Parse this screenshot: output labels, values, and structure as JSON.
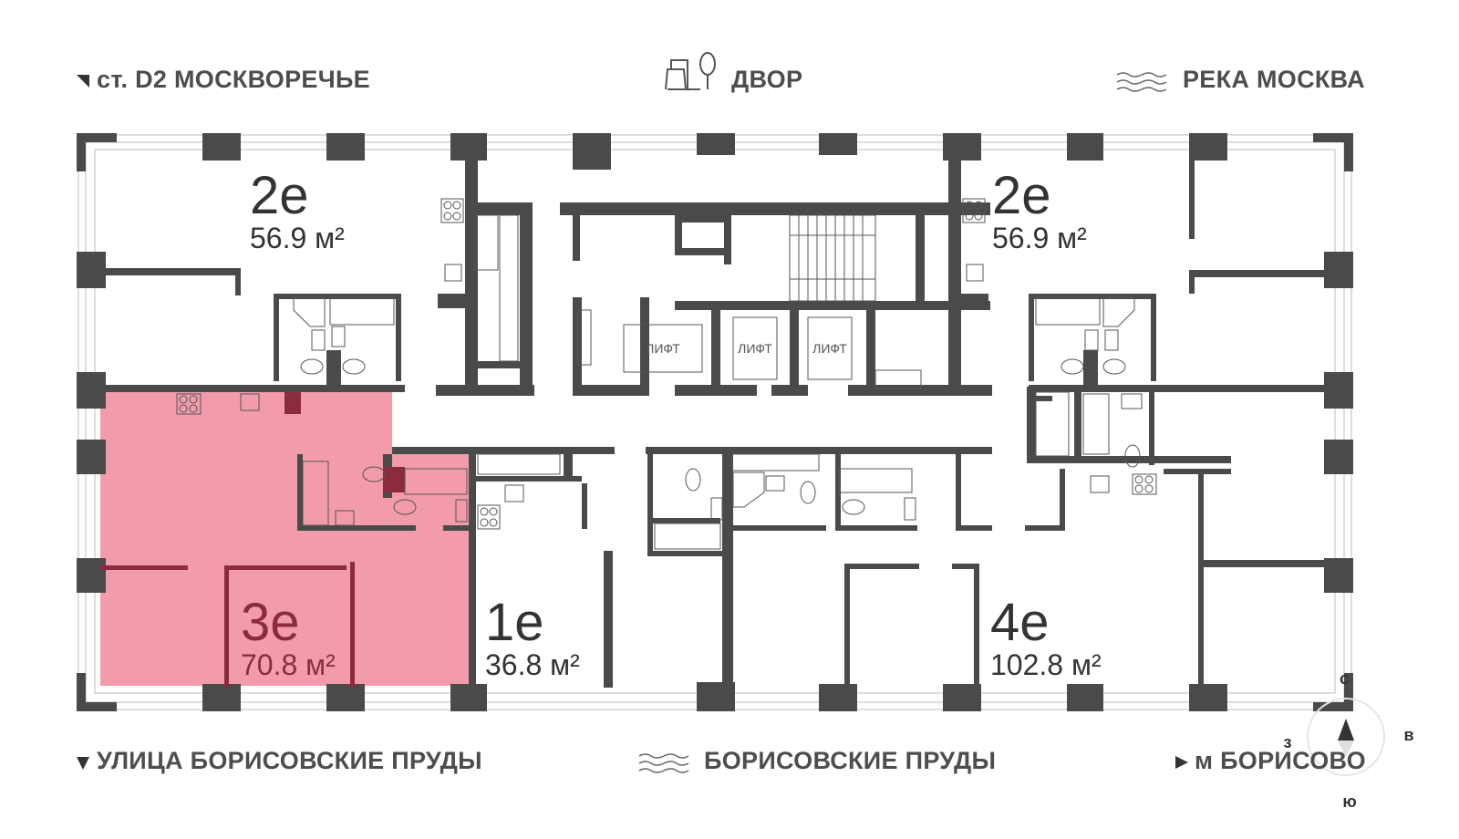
{
  "header": {
    "left": "ст. D2 МОСКВОРЕЧЬЕ",
    "center": "ДВОР",
    "right": "РЕКА МОСКВА"
  },
  "footer": {
    "left": "УЛИЦА БОРИСОВСКИЕ ПРУДЫ",
    "center": "БОРИСОВСКИЕ ПРУДЫ",
    "right": "м БОРИСОВО"
  },
  "apartments": [
    {
      "code": "2е",
      "area": "56.9 м²"
    },
    {
      "code": "2е",
      "area": "56.9 м²"
    },
    {
      "code": "3е",
      "area": "70.8 м²",
      "highlighted": true,
      "highlight_color": "#f19bab"
    },
    {
      "code": "1е",
      "area": "36.8 м²"
    },
    {
      "code": "4е",
      "area": "102.8 м²"
    }
  ],
  "lifts": [
    "ЛИФТ",
    "ЛИФТ",
    "ЛИФТ"
  ],
  "compass": {
    "north": "с",
    "west": "з",
    "east": "в",
    "south": "ю"
  },
  "icons": {
    "header_left": "triangle-down-left-icon",
    "header_center": "playground-tree-icon",
    "header_right": "water-waves-icon",
    "footer_left": "triangle-down-icon",
    "footer_center": "water-waves-icon",
    "footer_right": "triangle-right-icon"
  },
  "colors": {
    "wall": "#4a4a4a",
    "highlight": "#f19bab",
    "highlight_dark": "#8c2b40"
  }
}
